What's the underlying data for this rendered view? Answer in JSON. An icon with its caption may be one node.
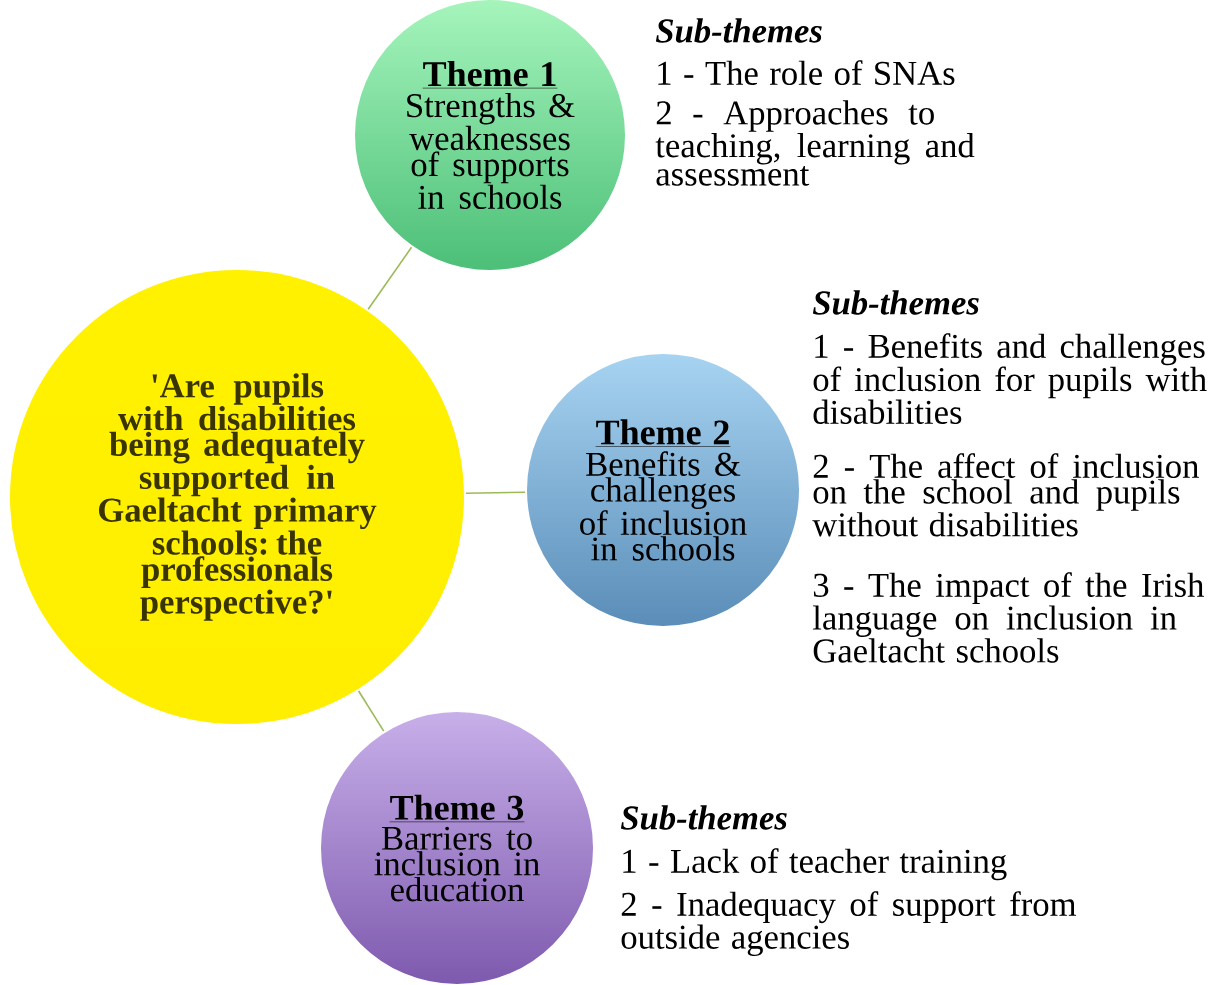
{
  "diagram": {
    "nodes": [
      {
        "text": [
          "'Are pupils with disabilities being adequately supported in Gaeltacht primary schools: the professionals perspective?'"
        ]
      },
      {
        "text": [
          "Theme 1",
          "Strengths & weaknesses of supports in schools"
        ],
        "beside": [
          "Sub-themes",
          "1 - The role of SNAs",
          "2 - Approaches to teaching, learning and assessment"
        ]
      },
      {
        "text": [
          "Theme 2",
          "Benefits & challenges of inclusion in schools"
        ],
        "beside": [
          "Sub-themes",
          "1 - Benefits and challenges of inclusion for pupils with disabilities",
          "2 - The affect of inclusion on the school and pupils without disabilities",
          "3 - The impact of the Irish language on inclusion in Gaeltacht schools"
        ]
      },
      {
        "text": [
          "Theme 3",
          "Barriers to inclusion in education"
        ],
        "beside": [
          "Sub-themes",
          "1 - Lack of teacher training",
          "2 - Inadequacy of support from outside agencies"
        ]
      }
    ],
    "edges": [
      {
        "from": 0,
        "to": 1,
        "arrow": "none"
      },
      {
        "from": 0,
        "to": 2,
        "arrow": "none"
      },
      {
        "from": 0,
        "to": 3,
        "arrow": "none"
      }
    ]
  }
}
